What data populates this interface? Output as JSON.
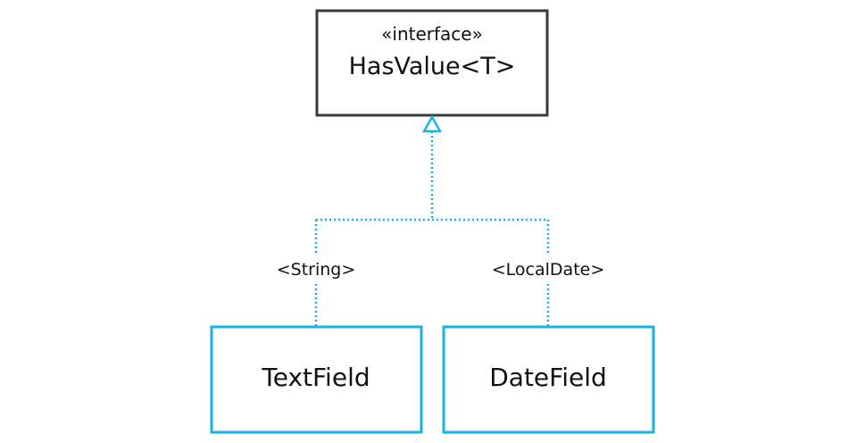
{
  "interface": {
    "stereotype": "«interface»",
    "name": "HasValue<T>"
  },
  "implementations": [
    {
      "name": "TextField",
      "type_argument": "<String>"
    },
    {
      "name": "DateField",
      "type_argument": "<LocalDate>"
    }
  ],
  "colors": {
    "interface_border": "#333b3a",
    "class_border": "#17b3e3",
    "connector": "#17b3e3"
  }
}
